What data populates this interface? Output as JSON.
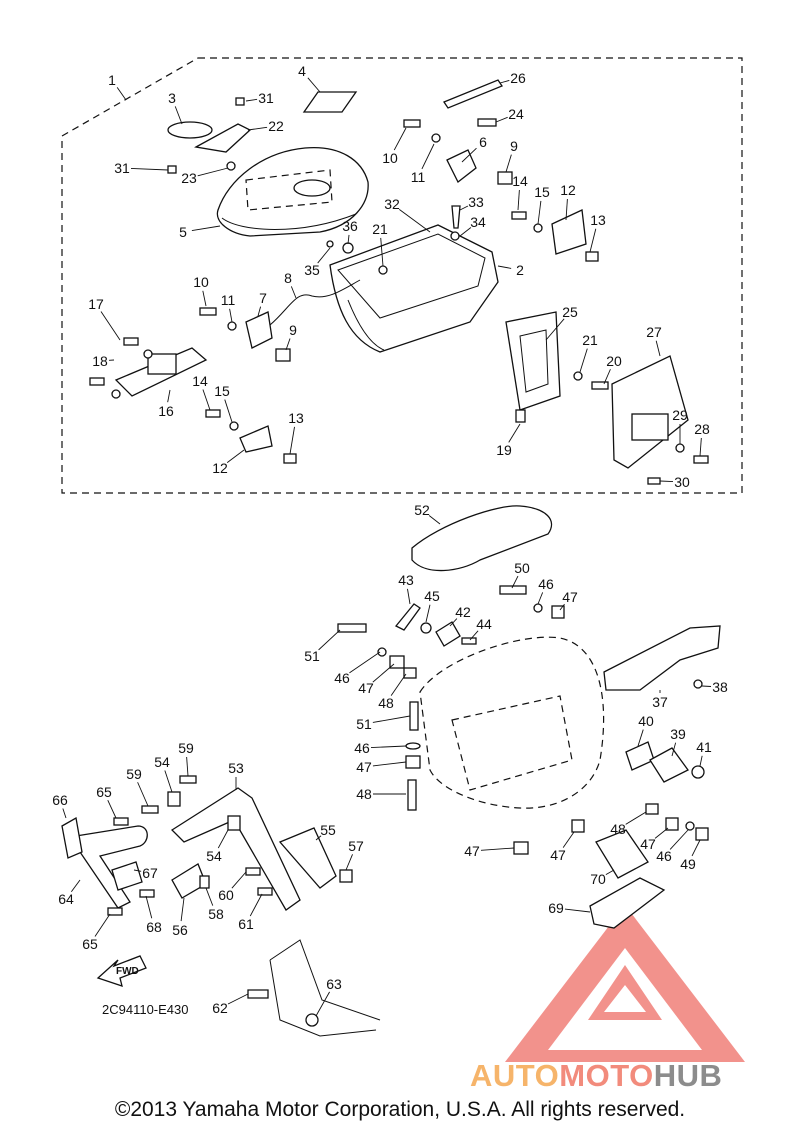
{
  "diagram": {
    "drawing_code": "2C94110-E430",
    "fwd_label": "FWD",
    "copyright": "©2013 Yamaha Motor Corporation, U.S.A. All rights reserved.",
    "watermark": {
      "part1": "AUTO",
      "part2": "MOTO",
      "part3": "HUB"
    },
    "callouts": [
      {
        "id": "c1",
        "text": "1"
      },
      {
        "id": "c2",
        "text": "2"
      },
      {
        "id": "c3",
        "text": "3"
      },
      {
        "id": "c4",
        "text": "4"
      },
      {
        "id": "c5",
        "text": "5"
      },
      {
        "id": "c6",
        "text": "6"
      },
      {
        "id": "c7",
        "text": "7"
      },
      {
        "id": "c8",
        "text": "8"
      },
      {
        "id": "c9a",
        "text": "9"
      },
      {
        "id": "c9b",
        "text": "9"
      },
      {
        "id": "c10a",
        "text": "10"
      },
      {
        "id": "c10b",
        "text": "10"
      },
      {
        "id": "c11a",
        "text": "11"
      },
      {
        "id": "c11b",
        "text": "11"
      },
      {
        "id": "c12a",
        "text": "12"
      },
      {
        "id": "c12b",
        "text": "12"
      },
      {
        "id": "c13a",
        "text": "13"
      },
      {
        "id": "c13b",
        "text": "13"
      },
      {
        "id": "c14a",
        "text": "14"
      },
      {
        "id": "c14b",
        "text": "14"
      },
      {
        "id": "c15a",
        "text": "15"
      },
      {
        "id": "c15b",
        "text": "15"
      },
      {
        "id": "c16",
        "text": "16"
      },
      {
        "id": "c17",
        "text": "17"
      },
      {
        "id": "c18",
        "text": "18"
      },
      {
        "id": "c19",
        "text": "19"
      },
      {
        "id": "c20",
        "text": "20"
      },
      {
        "id": "c21a",
        "text": "21"
      },
      {
        "id": "c21b",
        "text": "21"
      },
      {
        "id": "c22",
        "text": "22"
      },
      {
        "id": "c23",
        "text": "23"
      },
      {
        "id": "c24",
        "text": "24"
      },
      {
        "id": "c25",
        "text": "25"
      },
      {
        "id": "c26",
        "text": "26"
      },
      {
        "id": "c27",
        "text": "27"
      },
      {
        "id": "c28",
        "text": "28"
      },
      {
        "id": "c29",
        "text": "29"
      },
      {
        "id": "c30",
        "text": "30"
      },
      {
        "id": "c31a",
        "text": "31"
      },
      {
        "id": "c31b",
        "text": "31"
      },
      {
        "id": "c32",
        "text": "32"
      },
      {
        "id": "c33",
        "text": "33"
      },
      {
        "id": "c34",
        "text": "34"
      },
      {
        "id": "c35",
        "text": "35"
      },
      {
        "id": "c36",
        "text": "36"
      },
      {
        "id": "c37",
        "text": "37"
      },
      {
        "id": "c38",
        "text": "38"
      },
      {
        "id": "c39",
        "text": "39"
      },
      {
        "id": "c40",
        "text": "40"
      },
      {
        "id": "c41",
        "text": "41"
      },
      {
        "id": "c42",
        "text": "42"
      },
      {
        "id": "c43",
        "text": "43"
      },
      {
        "id": "c44",
        "text": "44"
      },
      {
        "id": "c45",
        "text": "45"
      },
      {
        "id": "c46a",
        "text": "46"
      },
      {
        "id": "c46b",
        "text": "46"
      },
      {
        "id": "c46c",
        "text": "46"
      },
      {
        "id": "c46d",
        "text": "46"
      },
      {
        "id": "c47a",
        "text": "47"
      },
      {
        "id": "c47b",
        "text": "47"
      },
      {
        "id": "c47c",
        "text": "47"
      },
      {
        "id": "c47d",
        "text": "47"
      },
      {
        "id": "c47e",
        "text": "47"
      },
      {
        "id": "c47f",
        "text": "47"
      },
      {
        "id": "c48a",
        "text": "48"
      },
      {
        "id": "c48b",
        "text": "48"
      },
      {
        "id": "c48c",
        "text": "48"
      },
      {
        "id": "c49",
        "text": "49"
      },
      {
        "id": "c50",
        "text": "50"
      },
      {
        "id": "c51a",
        "text": "51"
      },
      {
        "id": "c51b",
        "text": "51"
      },
      {
        "id": "c52",
        "text": "52"
      },
      {
        "id": "c53",
        "text": "53"
      },
      {
        "id": "c54a",
        "text": "54"
      },
      {
        "id": "c54b",
        "text": "54"
      },
      {
        "id": "c55",
        "text": "55"
      },
      {
        "id": "c56",
        "text": "56"
      },
      {
        "id": "c57",
        "text": "57"
      },
      {
        "id": "c58",
        "text": "58"
      },
      {
        "id": "c59a",
        "text": "59"
      },
      {
        "id": "c59b",
        "text": "59"
      },
      {
        "id": "c60",
        "text": "60"
      },
      {
        "id": "c61",
        "text": "61"
      },
      {
        "id": "c62",
        "text": "62"
      },
      {
        "id": "c63",
        "text": "63"
      },
      {
        "id": "c64",
        "text": "64"
      },
      {
        "id": "c65a",
        "text": "65"
      },
      {
        "id": "c65b",
        "text": "65"
      },
      {
        "id": "c66",
        "text": "66"
      },
      {
        "id": "c67",
        "text": "67"
      },
      {
        "id": "c68",
        "text": "68"
      },
      {
        "id": "c69",
        "text": "69"
      },
      {
        "id": "c70",
        "text": "70"
      }
    ]
  }
}
